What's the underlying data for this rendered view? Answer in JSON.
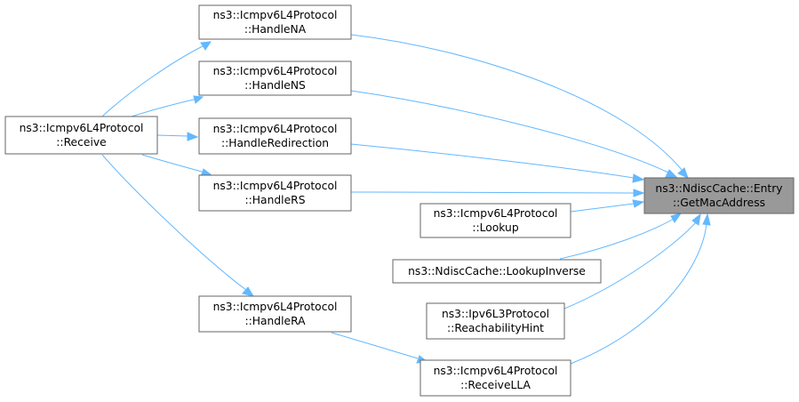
{
  "nodes": {
    "handle_na": {
      "line1": "ns3::Icmpv6L4Protocol",
      "line2": "::HandleNA"
    },
    "handle_ns": {
      "line1": "ns3::Icmpv6L4Protocol",
      "line2": "::HandleNS"
    },
    "receive": {
      "line1": "ns3::Icmpv6L4Protocol",
      "line2": "::Receive"
    },
    "handle_redir": {
      "line1": "ns3::Icmpv6L4Protocol",
      "line2": "::HandleRedirection"
    },
    "handle_rs": {
      "line1": "ns3::Icmpv6L4Protocol",
      "line2": "::HandleRS"
    },
    "lookup": {
      "line1": "ns3::Icmpv6L4Protocol",
      "line2": "::Lookup"
    },
    "lookup_inverse": {
      "line1": "ns3::NdiscCache::LookupInverse"
    },
    "reach_hint": {
      "line1": "ns3::Ipv6L3Protocol",
      "line2": "::ReachabilityHint"
    },
    "handle_ra": {
      "line1": "ns3::Icmpv6L4Protocol",
      "line2": "::HandleRA"
    },
    "receive_lla": {
      "line1": "ns3::Icmpv6L4Protocol",
      "line2": "::ReceiveLLA"
    },
    "get_mac": {
      "line1": "ns3::NdiscCache::Entry",
      "line2": "::GetMacAddress"
    }
  },
  "colors": {
    "edge": "#63b8ff",
    "node_border": "#666666",
    "node_fill": "#ffffff",
    "root_fill": "#999999"
  }
}
